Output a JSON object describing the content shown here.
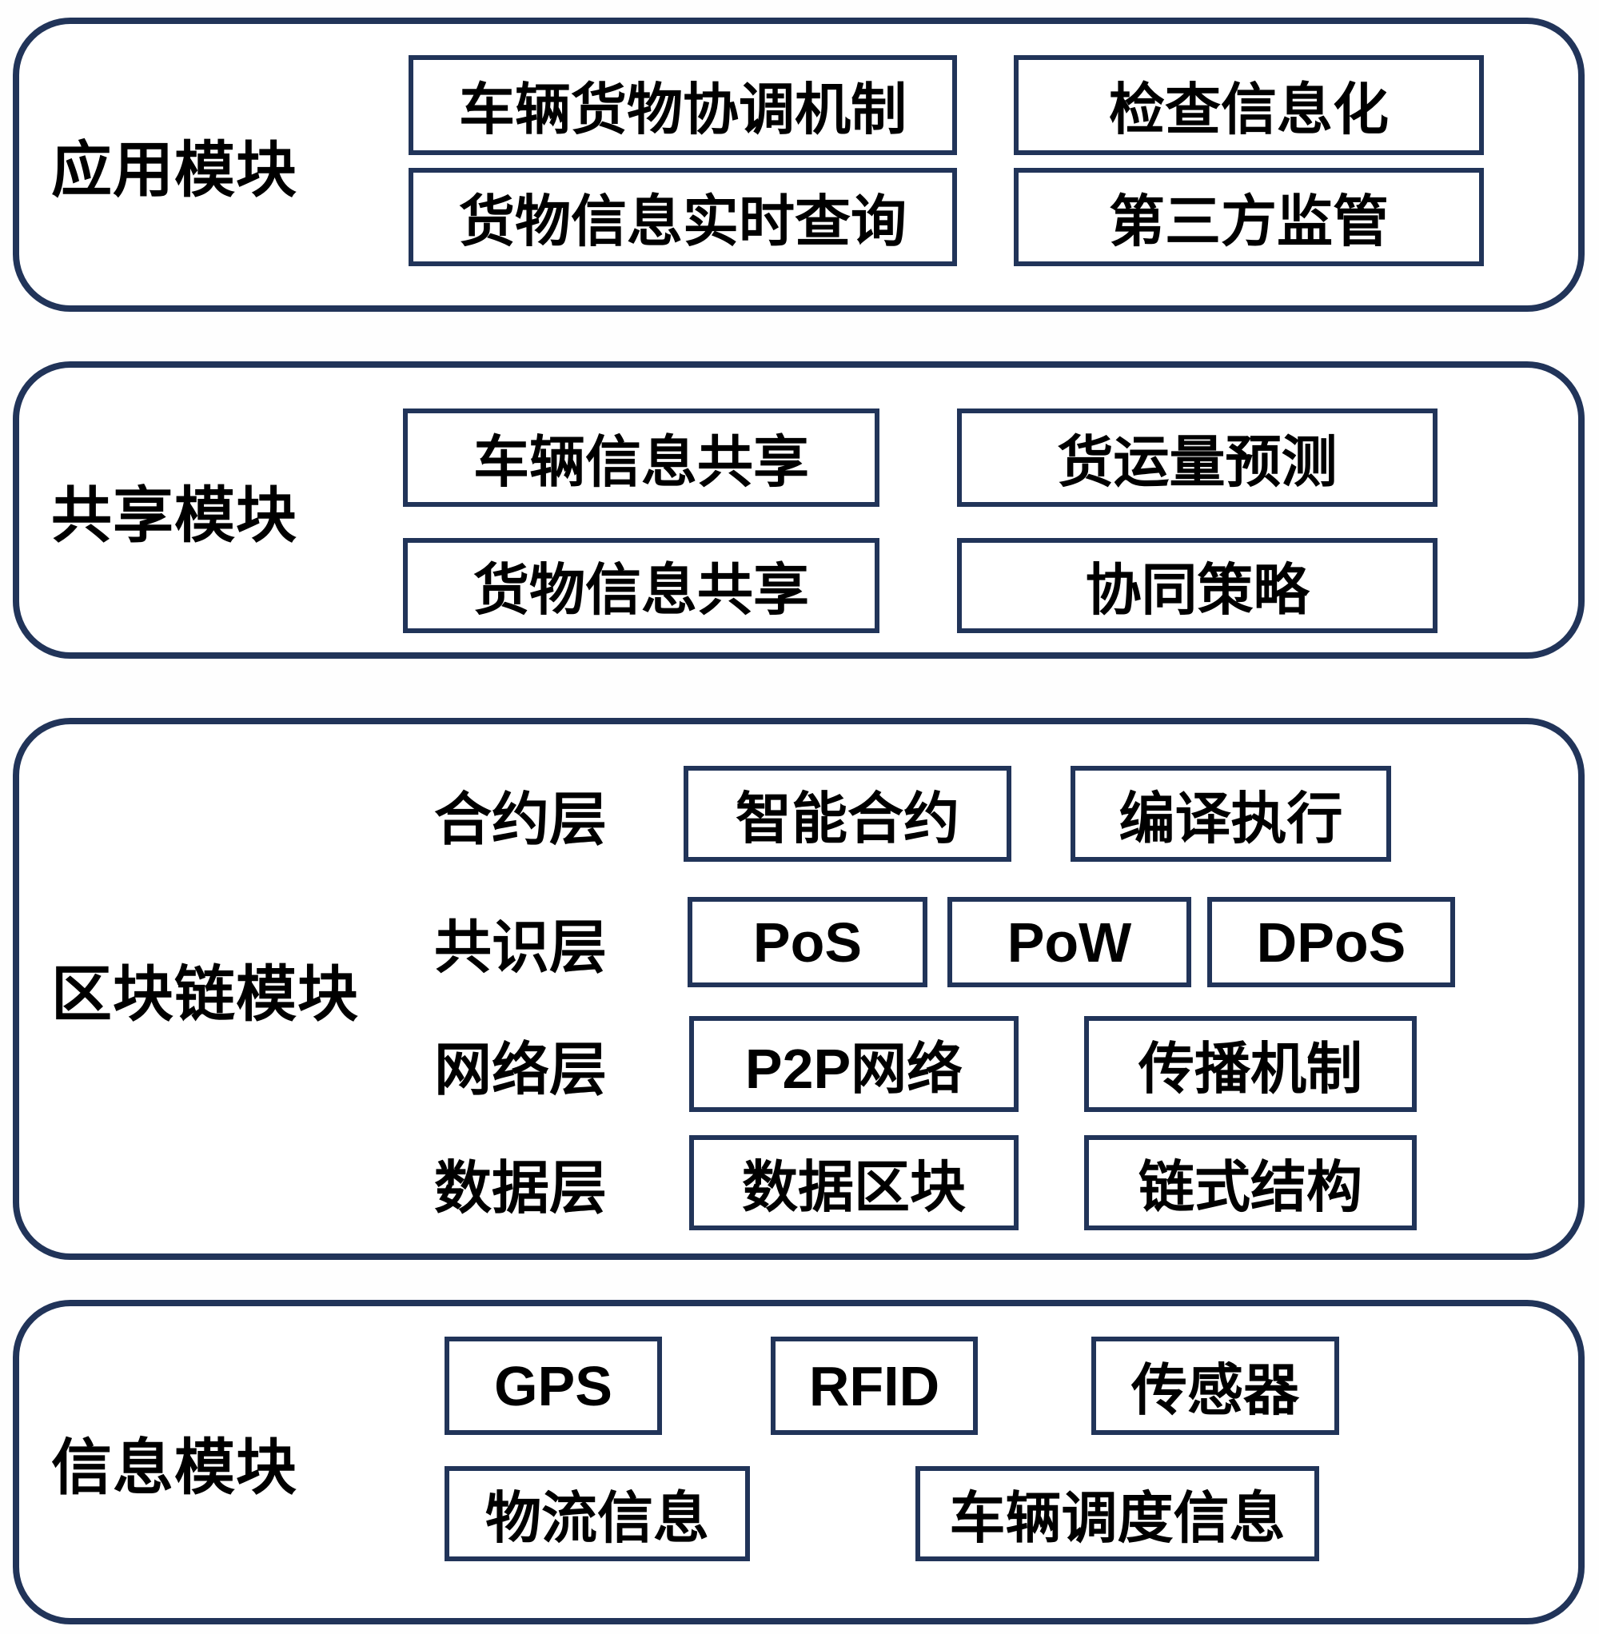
{
  "colors": {
    "border_navy": "#213459",
    "text_black": "#000000",
    "background": "#ffffff"
  },
  "modules": [
    {
      "label": "应用模块",
      "boxes": [
        "车辆货物协调机制",
        "检查信息化",
        "货物信息实时查询",
        "第三方监管"
      ]
    },
    {
      "label": "共享模块",
      "boxes": [
        "车辆信息共享",
        "货运量预测",
        "货物信息共享",
        "协同策略"
      ]
    },
    {
      "label": "区块链模块",
      "layers": [
        {
          "name": "合约层",
          "boxes": [
            "智能合约",
            "编译执行"
          ]
        },
        {
          "name": "共识层",
          "boxes": [
            "PoS",
            "PoW",
            "DPoS"
          ]
        },
        {
          "name": "网络层",
          "boxes": [
            "P2P网络",
            "传播机制"
          ]
        },
        {
          "name": "数据层",
          "boxes": [
            "数据区块",
            "链式结构"
          ]
        }
      ]
    },
    {
      "label": "信息模块",
      "boxes": [
        "GPS",
        "RFID",
        "传感器",
        "物流信息",
        "车辆调度信息"
      ]
    }
  ]
}
